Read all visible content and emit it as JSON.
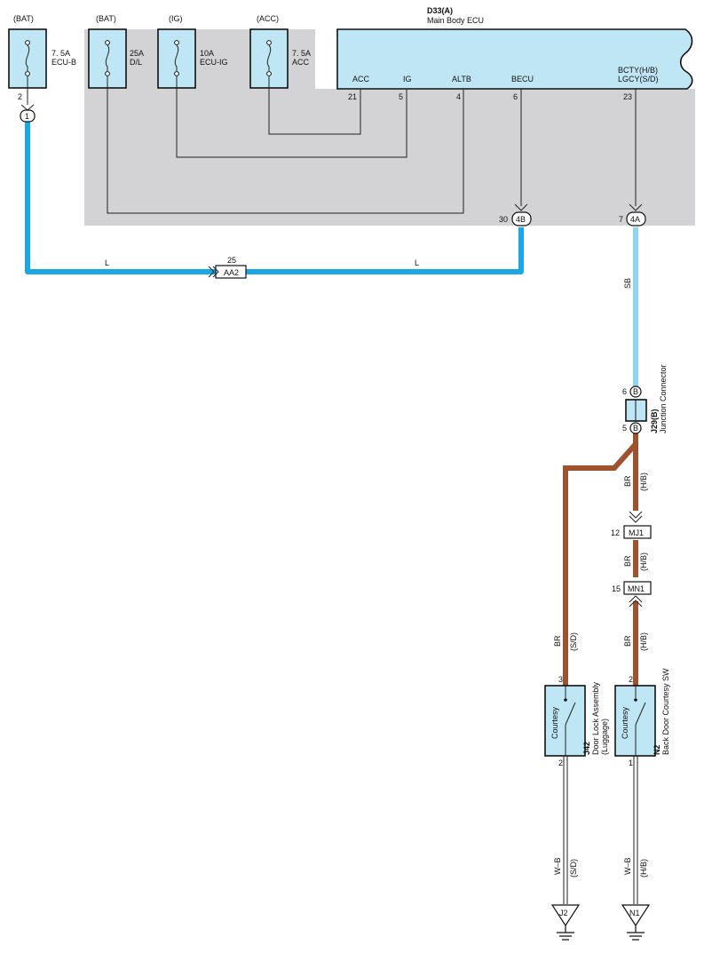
{
  "fuses": [
    {
      "source": "(BAT)",
      "rating": "7. 5A",
      "name": "ECU-B"
    },
    {
      "source": "(BAT)",
      "rating": "25A",
      "name": "D/L"
    },
    {
      "source": "(IG)",
      "rating": "10A",
      "name": "ECU-IG"
    },
    {
      "source": "(ACC)",
      "rating": "7. 5A",
      "name": "ACC"
    }
  ],
  "ecu": {
    "code": "D33(A)",
    "name": "Main Body ECU",
    "pins": [
      {
        "label": "ACC",
        "num": "21"
      },
      {
        "label": "IG",
        "num": "5"
      },
      {
        "label": "ALTB",
        "num": "4"
      },
      {
        "label": "BECU",
        "num": "6"
      },
      {
        "label": "BCTY(H/B)",
        "label2": "LGCY(S/D)",
        "num": "23"
      }
    ]
  },
  "fuse_pin": "2",
  "connectors": {
    "c1": "1",
    "c4b": "4B",
    "c4b_pin": "30",
    "c4a": "4A",
    "c4a_pin": "7",
    "aa2": "AA2",
    "aa2_pin": "25",
    "mj1": "MJ1",
    "mj1_pin": "12",
    "mn1": "MN1",
    "mn1_pin": "15",
    "j29_top_pin": "6",
    "j29_bottom_pin": "5",
    "j29_letter": "B"
  },
  "junction": {
    "code": "J29(B)",
    "name": "Junction Connector"
  },
  "wire_labels": {
    "l_left": "L",
    "l_right": "L",
    "sb": "SB",
    "br": "BR",
    "hb": "(H/B)",
    "sd": "(S/D)",
    "wb": "W–B"
  },
  "switches": [
    {
      "code": "J42",
      "name": "Door Lock Assembly",
      "name2": "(Luggage)",
      "inner": "Courtesy",
      "pin_top": "3",
      "pin_bottom": "2",
      "ground": "J2"
    },
    {
      "code": "N2",
      "name": "Back Door Courtesy SW",
      "inner": "Courtesy",
      "pin_top": "2",
      "pin_bottom": "1",
      "ground": "N1"
    }
  ],
  "colors": {
    "L": "#1aa7e3",
    "SB": "#8fd6f5",
    "BR": "#a0522d",
    "ecu_gray": "#d3d3d5",
    "box_fill": "#bfe6f5"
  }
}
